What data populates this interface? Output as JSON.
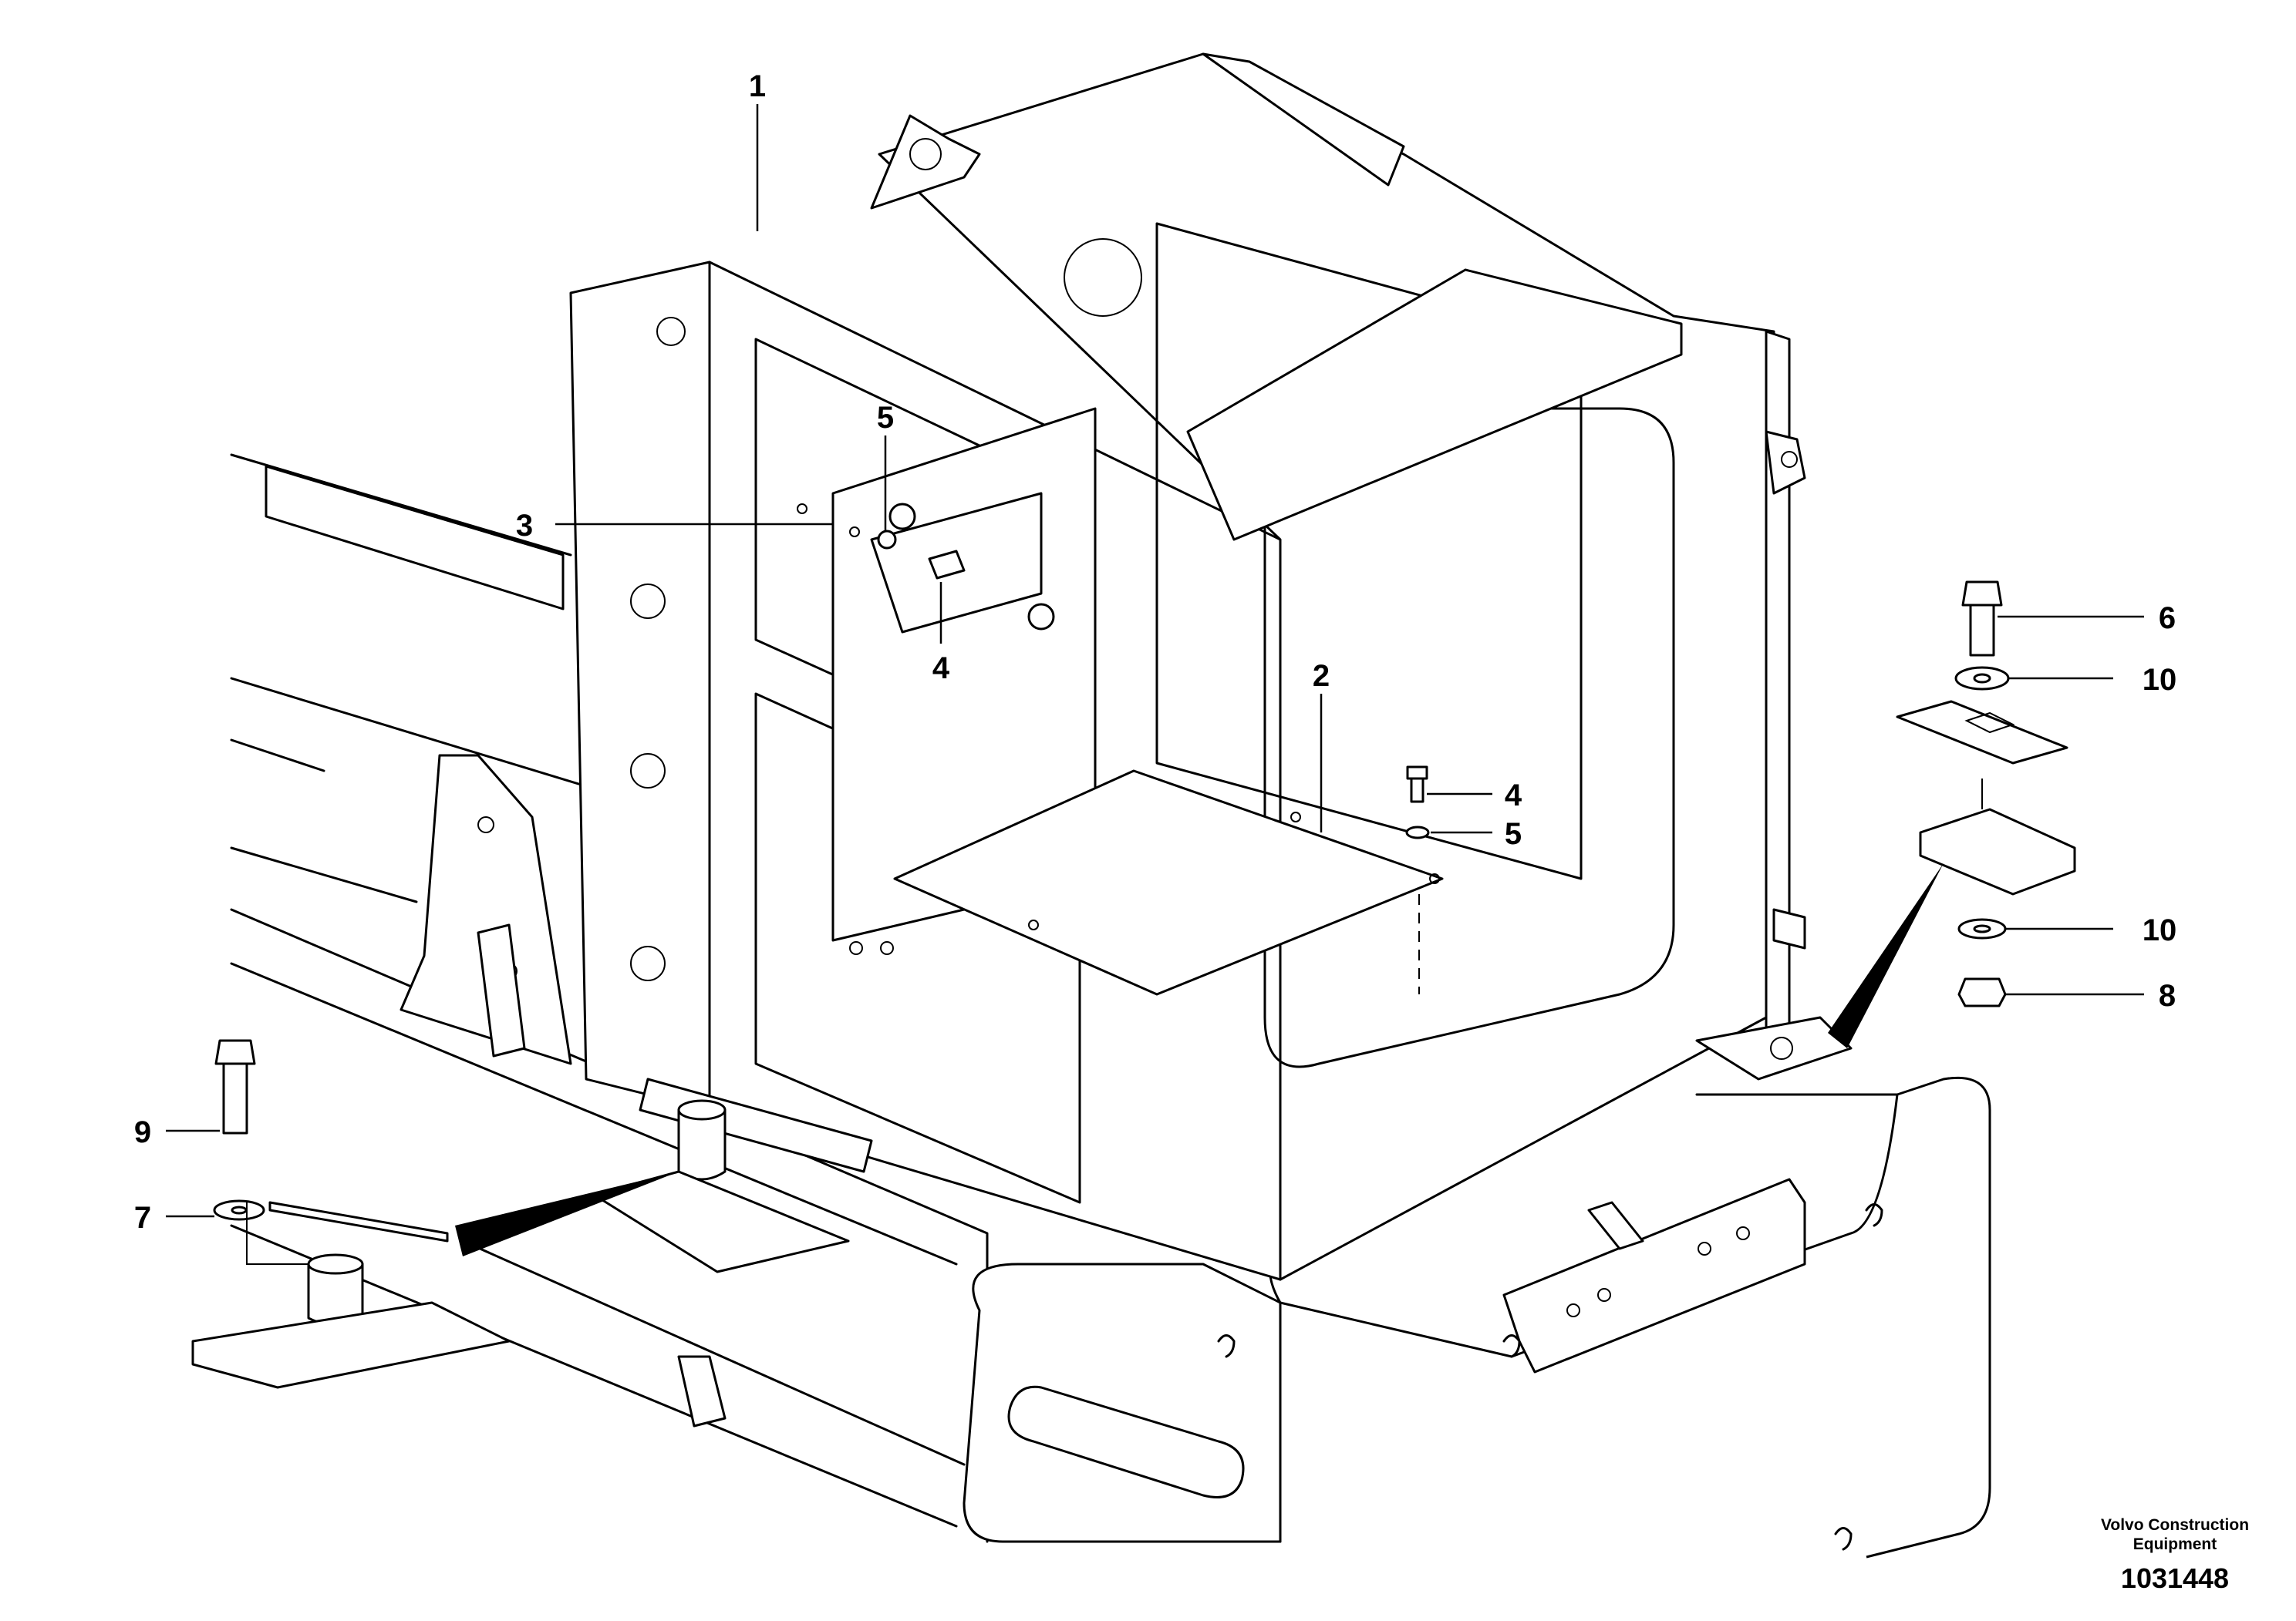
{
  "callouts": [
    {
      "id": "1",
      "label": "1"
    },
    {
      "id": "2",
      "label": "2"
    },
    {
      "id": "3",
      "label": "3"
    },
    {
      "id": "4a",
      "label": "4"
    },
    {
      "id": "4b",
      "label": "4"
    },
    {
      "id": "5a",
      "label": "5"
    },
    {
      "id": "5b",
      "label": "5"
    },
    {
      "id": "6",
      "label": "6"
    },
    {
      "id": "7",
      "label": "7"
    },
    {
      "id": "8",
      "label": "8"
    },
    {
      "id": "9",
      "label": "9"
    },
    {
      "id": "10a",
      "label": "10"
    },
    {
      "id": "10b",
      "label": "10"
    }
  ],
  "credit": {
    "line1": "Volvo Construction",
    "line2": "Equipment"
  },
  "doc_number": "1031448"
}
